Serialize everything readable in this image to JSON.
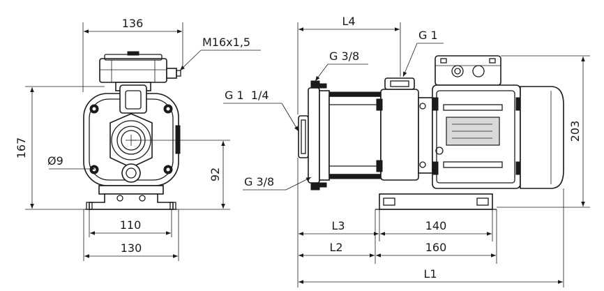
{
  "colors": {
    "ink": "#1a1a1a",
    "paper": "#ffffff",
    "shade": "#d9d9d9"
  },
  "front_view": {
    "width_top": "136",
    "cable_gland": "M16x1,5",
    "height": "167",
    "bolt_hole": "Ø9",
    "shaft_height": "92",
    "foot_inner": "110",
    "foot_outer": "130"
  },
  "side_view": {
    "l4": "L4",
    "outlet": "G 1",
    "vent_port": "G 3/8",
    "inlet": "G 1  1/4",
    "drain_port": "G 3/8",
    "height": "203",
    "l3": "L3",
    "foot_inner": "140",
    "l2": "L2",
    "foot_outer": "160",
    "l1": "L1"
  }
}
